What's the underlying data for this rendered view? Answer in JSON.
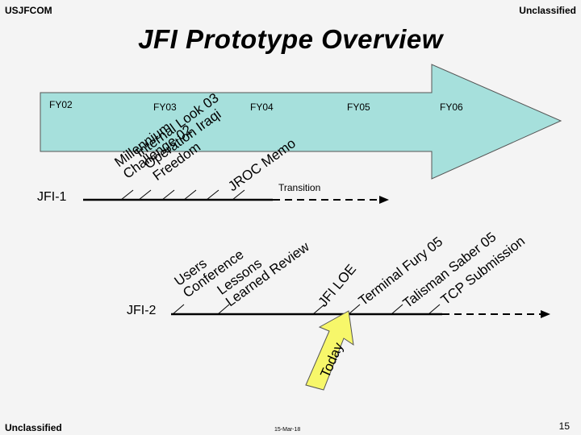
{
  "header": {
    "left": "USJFCOM",
    "right": "Unclassified"
  },
  "title": "JFI Prototype Overview",
  "fiscal_years": [
    "FY02",
    "FY03",
    "FY04",
    "FY05",
    "FY06"
  ],
  "jfi1": {
    "label": "JFI-1",
    "milestones": [
      "Millennium Challenge 02",
      "Internal Look 03 Operation Iraqi Freedom",
      "JROC Memo"
    ],
    "transition_label": "Transition"
  },
  "jfi2": {
    "label": "JFI-2",
    "milestones": [
      "Users Conference",
      "Lessons Learned Review",
      "JFI LOE",
      "Terminal Fury 05",
      "Talisman Saber 05",
      "TCP Submission"
    ]
  },
  "today_label": "Today",
  "footer": {
    "left": "Unclassified",
    "date": "15-Mar-18",
    "page": "15"
  },
  "colors": {
    "arrow_fill": "#a6e0dc",
    "today_fill": "#f7f76a",
    "background": "#f4f4f4"
  }
}
